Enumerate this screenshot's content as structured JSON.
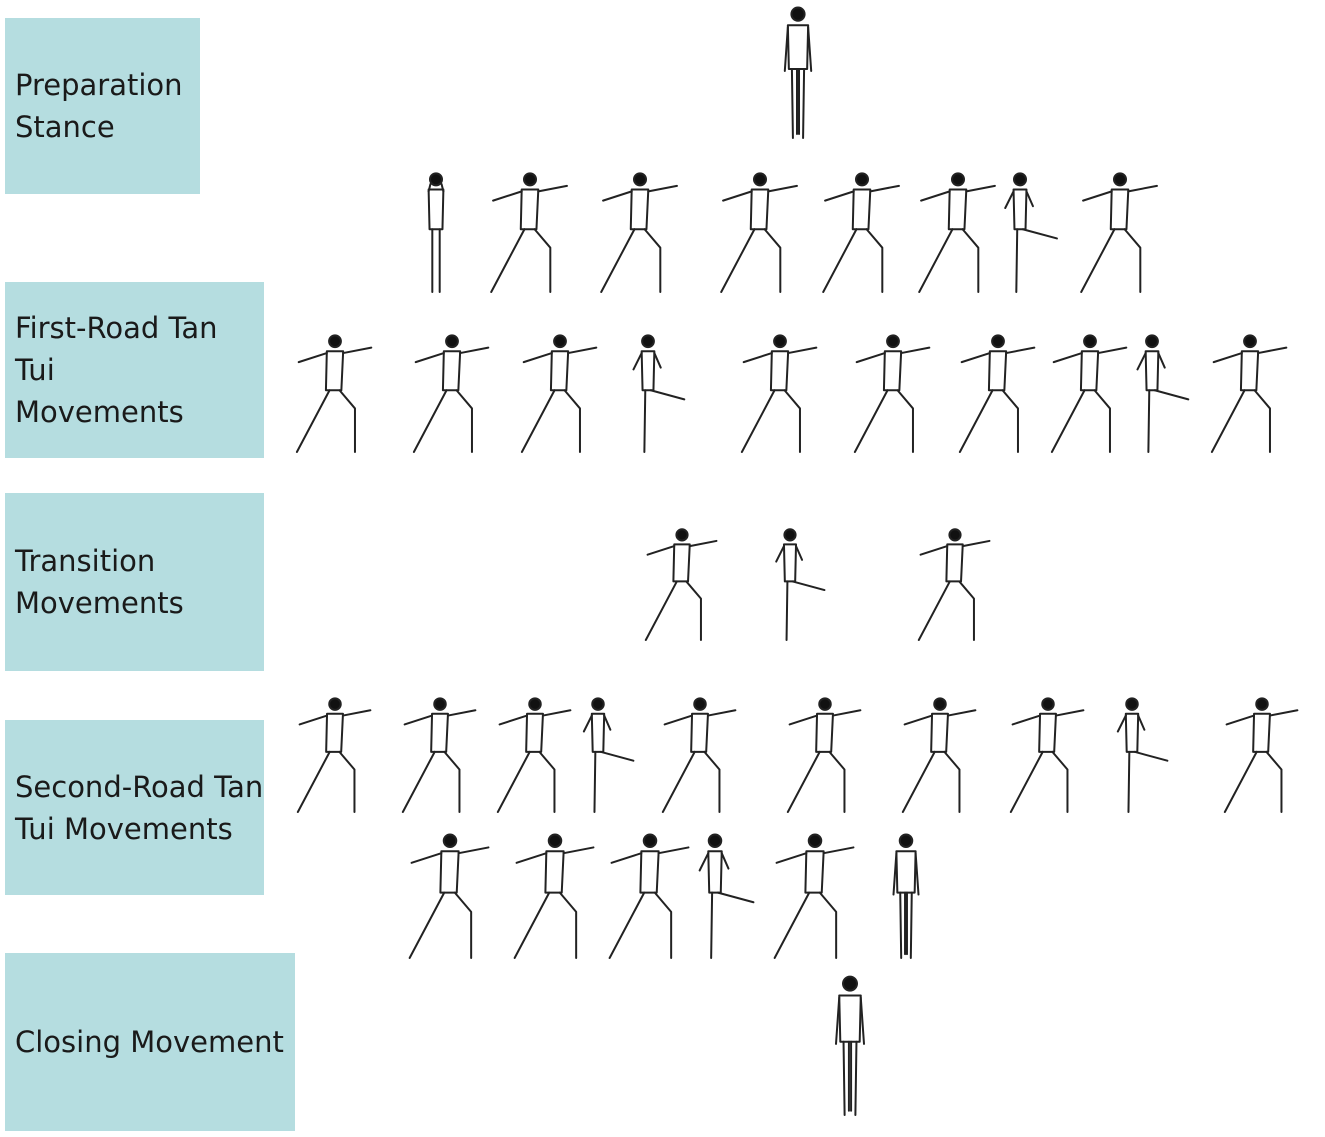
{
  "stages": [
    {
      "id": "preparation",
      "label": "Preparation\nStance"
    },
    {
      "id": "first_road",
      "label": "First-Road Tan Tui\nMovements"
    },
    {
      "id": "transition",
      "label": "Transition\nMovements"
    },
    {
      "id": "second_road",
      "label": "Second-Road Tan\nTui Movements"
    },
    {
      "id": "closing",
      "label": "Closing Movement"
    }
  ],
  "figure_icon": "martial-arts-pose-figure"
}
